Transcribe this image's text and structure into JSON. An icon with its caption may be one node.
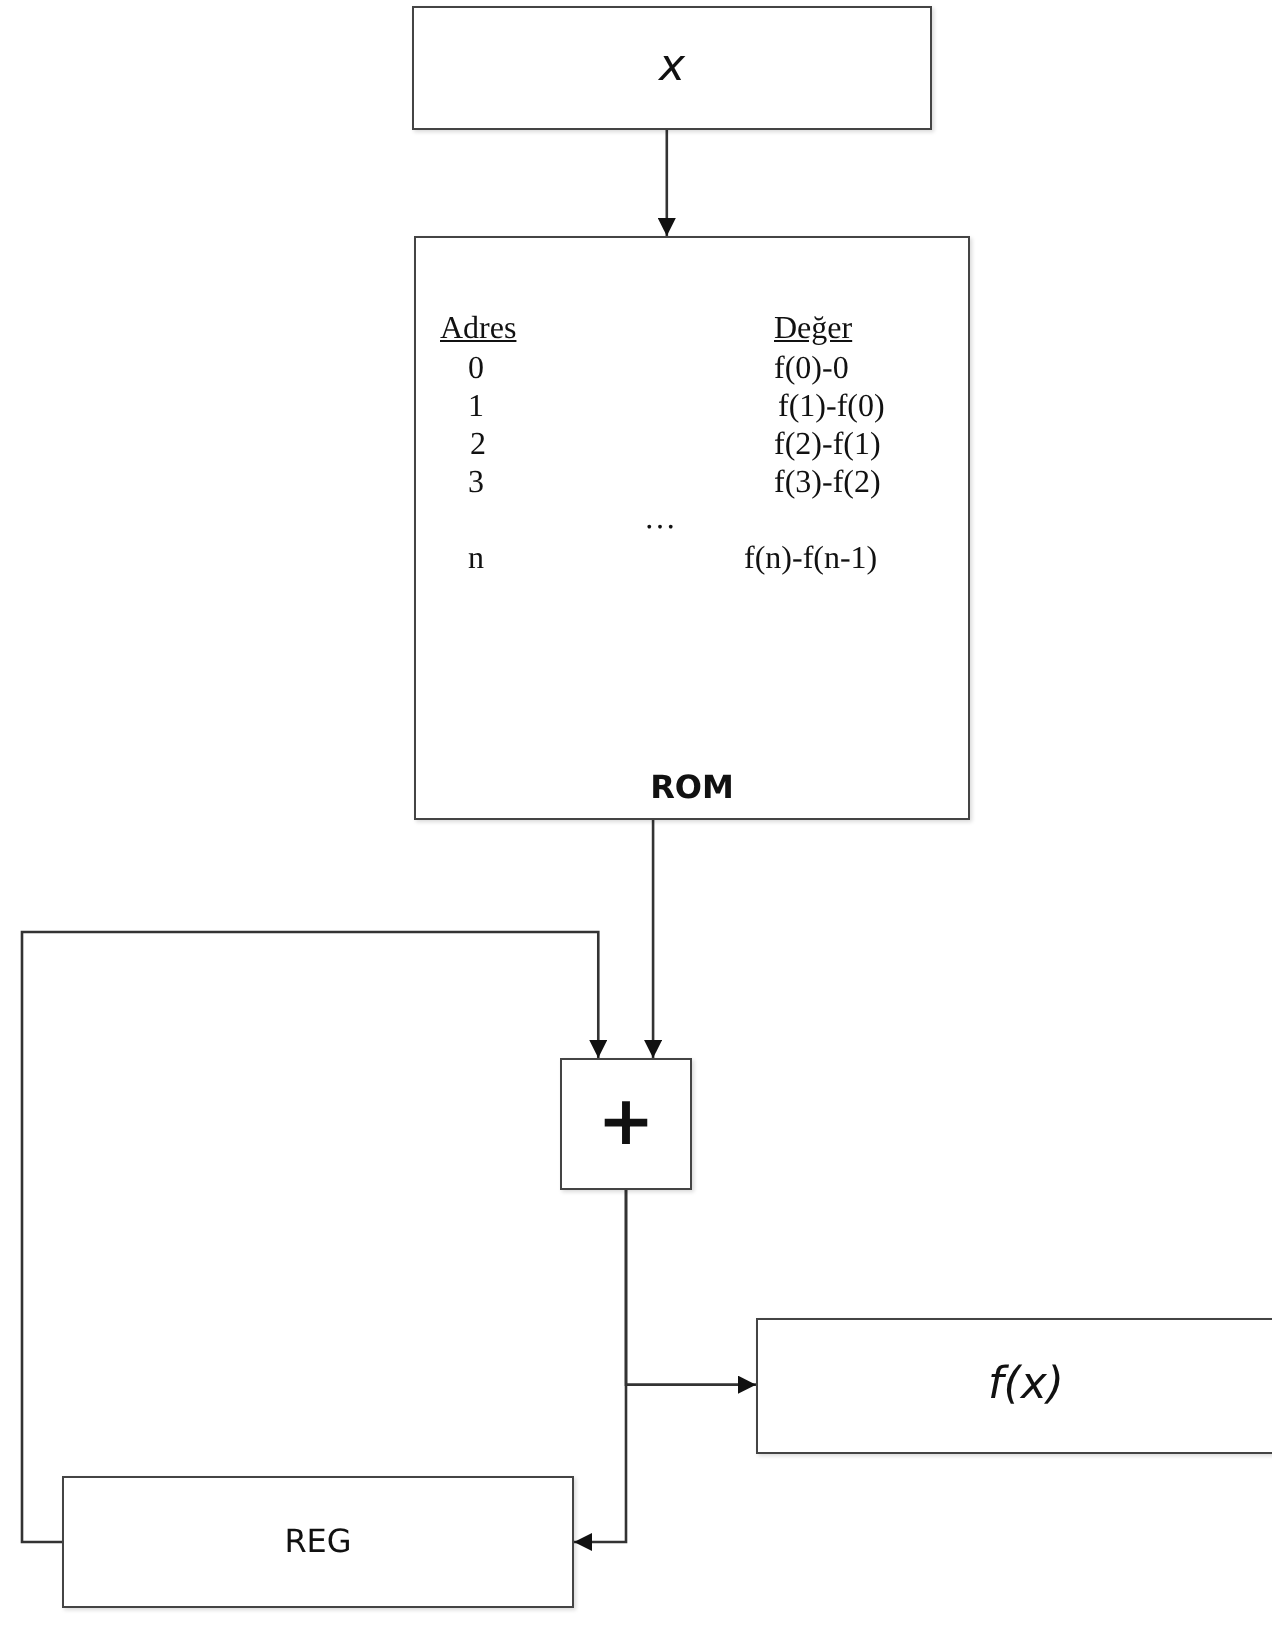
{
  "diagram": {
    "nodes": [
      {
        "text": [
          "x"
        ]
      },
      {
        "text": [
          "ROM"
        ]
      },
      {
        "text": [
          "+"
        ]
      },
      {
        "text": [
          "f(x)"
        ]
      },
      {
        "text": [
          "REG"
        ]
      }
    ],
    "edges": [
      {
        "from": 0,
        "to": 1,
        "arrow": "to"
      },
      {
        "from": 1,
        "to": 2,
        "arrow": "to"
      },
      {
        "from": 4,
        "to": 2,
        "arrow": "to"
      },
      {
        "from": 2,
        "to": 3,
        "arrow": "to"
      },
      {
        "from": 2,
        "to": 4,
        "arrow": "to"
      }
    ],
    "labels": [
      "Adres",
      "Değer",
      "0",
      "f(0)-0",
      "1",
      "f(1)-f(0)",
      "2",
      "f(2)-f(1)",
      "3",
      "f(3)-f(2)",
      "…",
      "n",
      "f(n)-f(n-1)"
    ]
  }
}
